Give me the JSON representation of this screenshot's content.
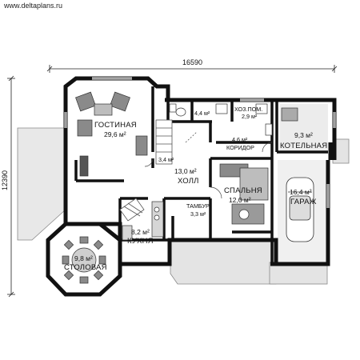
{
  "site": "www.deltaplans.ru",
  "dimensions": {
    "width": "16590",
    "height": "12390"
  },
  "rooms": {
    "living": {
      "name": "ГОСТИНАЯ",
      "area": "29,6 м²"
    },
    "hall": {
      "name": "ХОЛЛ",
      "area": "13,0 м²"
    },
    "bedroom": {
      "name": "СПАЛЬНЯ",
      "area": "12,0 м²"
    },
    "kitchen": {
      "name": "КУХНЯ",
      "area": "8,2 м²"
    },
    "dining": {
      "name": "СТОЛОВАЯ",
      "area": "9,8 м²"
    },
    "garage": {
      "name": "ГАРАЖ",
      "area": "16,4 м²"
    },
    "boiler": {
      "name": "КОТЕЛЬНАЯ",
      "area": "9,3 м²"
    },
    "vestibule": {
      "name": "ТАМБУР",
      "area": "3,3 м²"
    },
    "corridor": {
      "name": "КОРИДОР",
      "area": "4,6 м²"
    },
    "utility": {
      "name": "ХОЗ.ПОМ.",
      "area": "2,9 м²"
    },
    "wc": {
      "name": "",
      "area": "4,4 м²"
    },
    "stair": {
      "name": "",
      "area": "3,4 м²"
    }
  },
  "colors": {
    "wall": "#111111",
    "floor": "#ffffff",
    "terrace": "#e6e6e6",
    "furniture": "#8a8a8a"
  }
}
